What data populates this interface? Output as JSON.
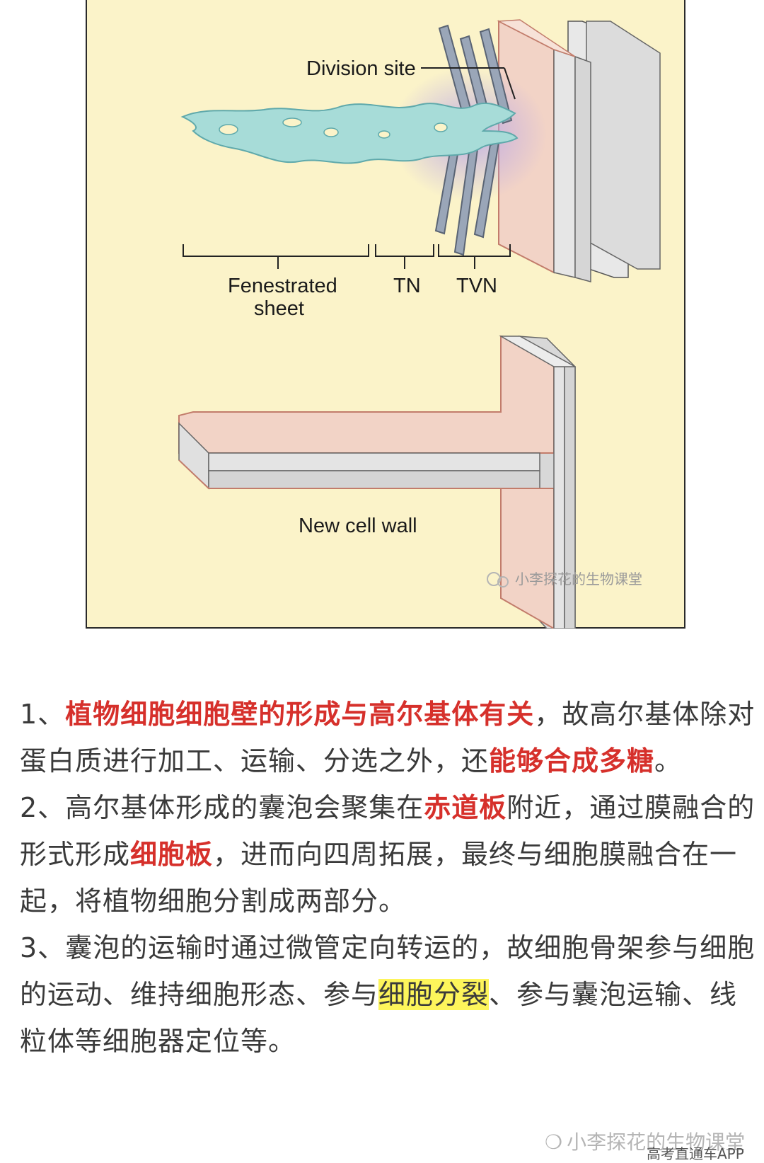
{
  "figure": {
    "labels": {
      "division_site": "Division site",
      "fenestrated_line1": "Fenestrated",
      "fenestrated_line2": "sheet",
      "tn": "TN",
      "tvn": "TVN",
      "new_cell_wall": "New cell wall"
    },
    "watermark": "小李探花的生物课堂",
    "colors": {
      "background": "#fbf3c9",
      "wall": "#f2d3c6",
      "wall_edge": "#c27c6b",
      "sheet": "#9fd8d6",
      "microtubule": "#8e9aac"
    }
  },
  "notes": {
    "p1": {
      "num": "1、",
      "red1": "植物细胞细胞壁的形成与高尔基体有关",
      "t1": "，故高尔基体除对蛋白质进行加工、运输、分选之外，还",
      "red2": "能够合成多糖",
      "t2": "。"
    },
    "p2": {
      "num": "2、",
      "t1": "高尔基体形成的囊泡会聚集在",
      "red1": "赤道板",
      "t2": "附近，通过膜融合的形式形成",
      "red2": "细胞板",
      "t3": "，进而向四周拓展，最终与细胞膜融合在一起，将植物细胞分割成两部分。"
    },
    "p3": {
      "num": "3、",
      "t1": "囊泡的运输时通过微管定向转运的，故细胞骨架参与细胞的运动、维持细胞形态、参与",
      "hl1": "细胞分裂",
      "t2": "、参与囊泡运输、线粒体等细胞器定位等。"
    }
  },
  "footer": {
    "watermark": "小李探花的生物课堂",
    "app_tag": "高考直通车APP"
  }
}
